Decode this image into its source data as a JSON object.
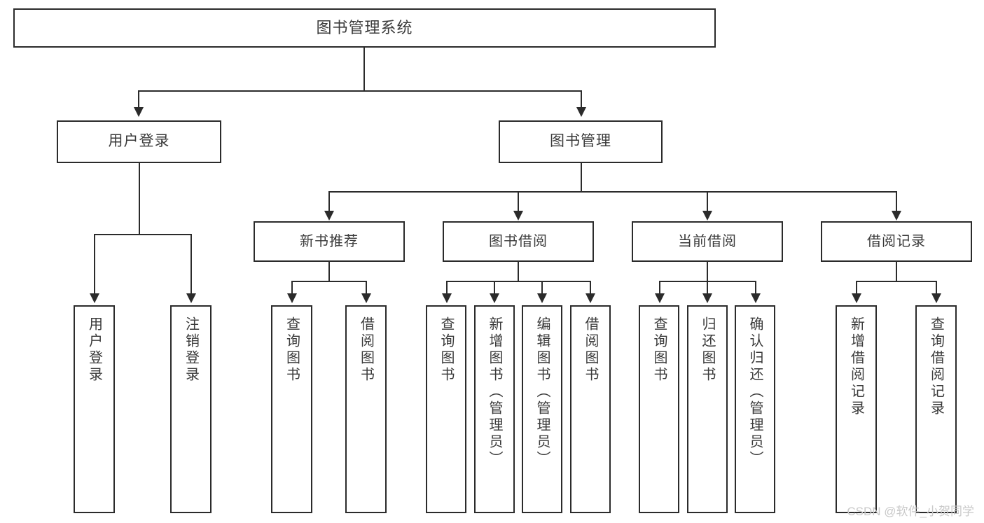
{
  "diagram": {
    "title": "图书管理系统",
    "type": "tree-hierarchy",
    "root": {
      "label": "图书管理系统"
    },
    "level1": [
      {
        "label": "用户登录"
      },
      {
        "label": "图书管理"
      }
    ],
    "level2": [
      {
        "label": "新书推荐"
      },
      {
        "label": "图书借阅"
      },
      {
        "label": "当前借阅"
      },
      {
        "label": "借阅记录"
      }
    ],
    "leaves": {
      "user_login": [
        {
          "label": "用户登录"
        },
        {
          "label": "注销登录"
        }
      ],
      "new_book": [
        {
          "label": "查询图书"
        },
        {
          "label": "借阅图书"
        }
      ],
      "book_borrow": [
        {
          "label": "查询图书"
        },
        {
          "label": "新增图书（管理员）"
        },
        {
          "label": "编辑图书（管理员）"
        },
        {
          "label": "借阅图书"
        }
      ],
      "current_borrow": [
        {
          "label": "查询图书"
        },
        {
          "label": "归还图书"
        },
        {
          "label": "确认归还（管理员）"
        }
      ],
      "borrow_record": [
        {
          "label": "新增借阅记录"
        },
        {
          "label": "查询借阅记录"
        }
      ]
    }
  },
  "watermark": {
    "text": "CSDN @软件_小贺同学"
  },
  "colors": {
    "border": "#2b2b2b",
    "text": "#3a3a3a",
    "background": "#ffffff",
    "watermark": "#c9c9c9"
  }
}
